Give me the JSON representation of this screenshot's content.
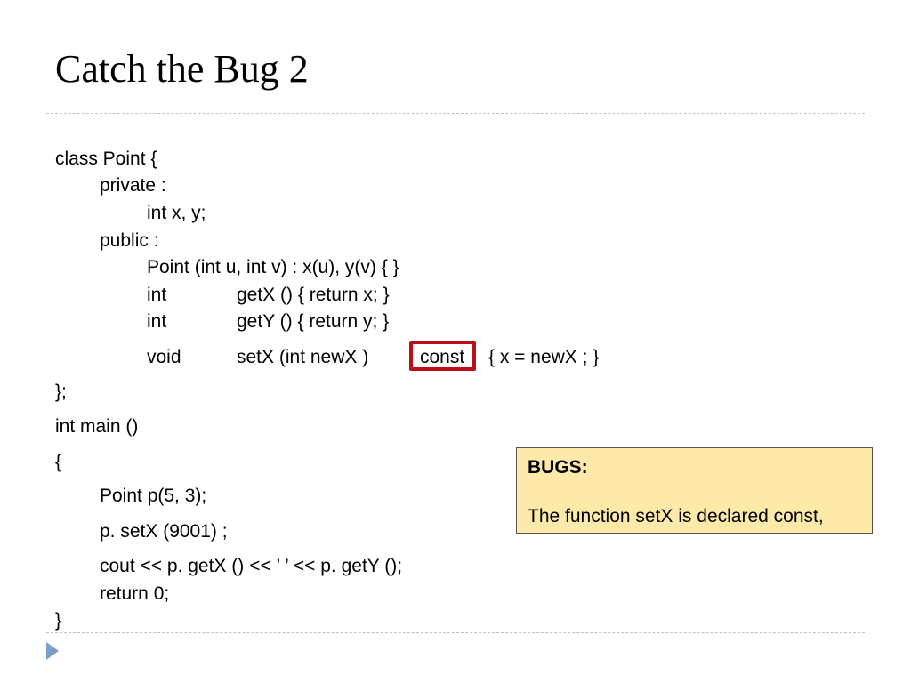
{
  "slide": {
    "title": "Catch the Bug 2"
  },
  "code": {
    "class_decl": "class  Point  {",
    "private_label": "private :",
    "fields": "int  x,  y;",
    "public_label": "public :",
    "ctor": "Point (int u,  int  v)  : x(u),  y(v)    { }",
    "getx_type": "int",
    "getx_body": "getX ()     {   return   x;    }",
    "gety_type": "int",
    "gety_body": "getY ()     {   return   y;    }",
    "setx_type": "void",
    "setx_sig": "setX (int  newX )",
    "setx_const": "const",
    "setx_body": "{ x  = newX ;   }",
    "class_end": "};",
    "main_decl": "int main ()",
    "main_open": "{",
    "obj_decl": "Point  p(5,  3);",
    "setx_call": "p. setX (9001) ;",
    "cout_line": "cout << p. getX () << ’  ’ <<  p. getY ();",
    "return_line": "return 0;",
    "main_close": "}"
  },
  "bugs": {
    "heading": "BUGS:",
    "text": "The function setX is declared const,"
  },
  "colors": {
    "highlight_border": "#b90f19",
    "callout_background": "#fde9a8",
    "divider": "#b7c4cf",
    "nav_arrow": "#7c9fc6"
  },
  "icons": {
    "nav": "play-triangle-icon"
  }
}
